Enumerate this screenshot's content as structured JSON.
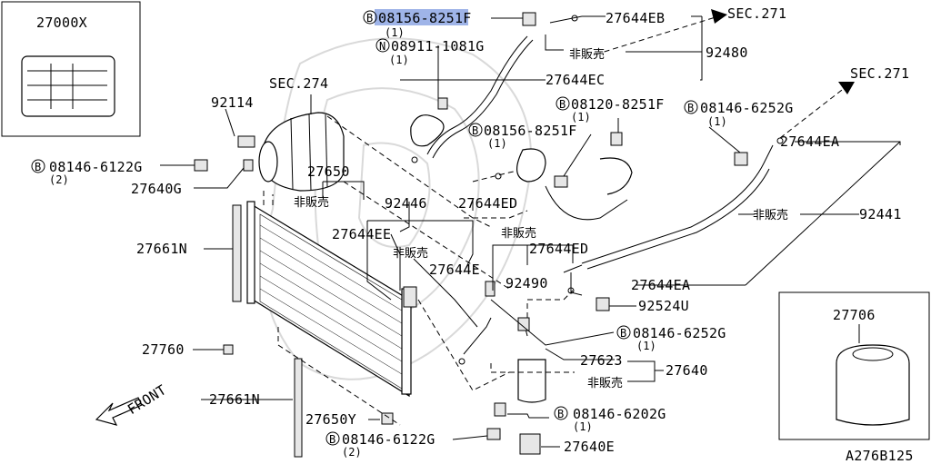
{
  "diagram_id": "A276B125",
  "front_label": "FRONT",
  "boxes": {
    "label_box_part": "27000X",
    "receiver_box_part": "27706"
  },
  "sec": {
    "top": "SEC.271",
    "right": "SEC.271",
    "compressor": "SEC.274"
  },
  "bolts": {
    "b1": {
      "circle": "B",
      "part": "08156-8251F",
      "qty": "(1)"
    },
    "n1": {
      "circle": "N",
      "part": "08911-1081G",
      "qty": "(1)"
    },
    "b2": {
      "circle": "B",
      "part": "08120-8251F",
      "qty": "(1)"
    },
    "b3": {
      "circle": "B",
      "part": "08146-6252G",
      "qty": "(1)"
    },
    "b4": {
      "circle": "B",
      "part": "08156-8251F",
      "qty": "(1)"
    },
    "b5": {
      "circle": "B",
      "part": "08146-6122G",
      "qty": "(2)"
    },
    "b6": {
      "circle": "B",
      "part": "08146-6252G",
      "qty": "(1)"
    },
    "b7": {
      "circle": "B",
      "part": "08146-6202G",
      "qty": "(1)"
    },
    "b8": {
      "circle": "B",
      "part": "08146-6122G",
      "qty": "(2)"
    }
  },
  "parts": {
    "p27644EB": "27644EB",
    "p92480": "92480",
    "p27644EC": "27644EC",
    "p92114": "92114",
    "p27640G": "27640G",
    "p27650": "27650",
    "p92446": "92446",
    "p27644ED_a": "27644ED",
    "p27644ED_b": "27644ED",
    "p27644EE": "27644EE",
    "p27644E": "27644E",
    "p92490": "92490",
    "p27644EA_a": "27644EA",
    "p27644EA_b": "27644EA",
    "p92441": "92441",
    "p92524U": "92524U",
    "p27661N_a": "27661N",
    "p27661N_b": "27661N",
    "p27760": "27760",
    "p27623": "27623",
    "p27640": "27640",
    "p27650Y": "27650Y",
    "p27640E": "27640E"
  },
  "not_for_sale": "非販売",
  "highlight": {
    "target": "b1",
    "color": "#9fb4e8"
  }
}
